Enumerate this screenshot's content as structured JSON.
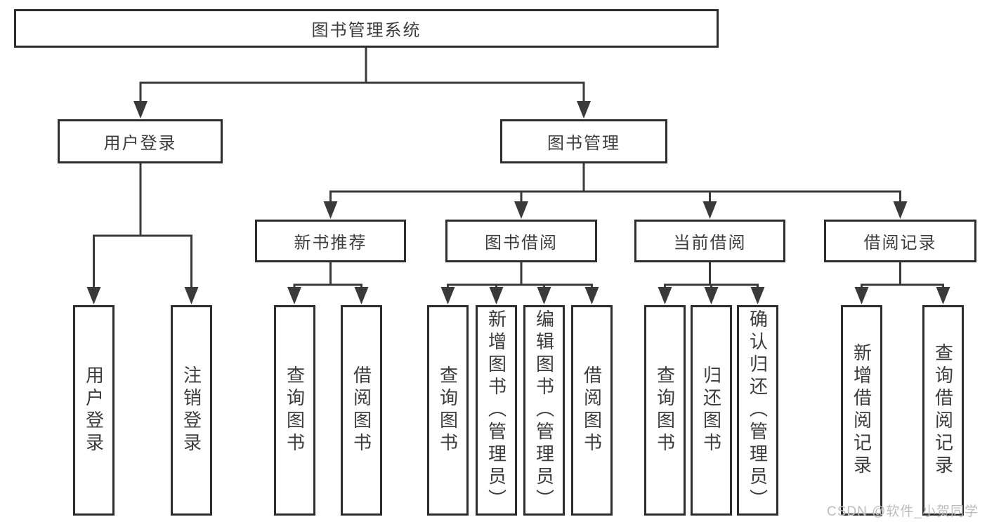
{
  "diagram": {
    "root": "图书管理系统",
    "children": [
      {
        "label": "用户登录",
        "children": [
          "用户登录",
          "注销登录"
        ]
      },
      {
        "label": "图书管理",
        "children": [
          {
            "label": "新书推荐",
            "children": [
              "查询图书",
              "借阅图书"
            ]
          },
          {
            "label": "图书借阅",
            "children": [
              "查询图书",
              "新增图书（管理员）",
              "编辑图书（管理员）",
              "借阅图书"
            ]
          },
          {
            "label": "当前借阅",
            "children": [
              "查询图书",
              "归还图书",
              "确认归还（管理员）"
            ]
          },
          {
            "label": "借阅记录",
            "children": [
              "新增借阅记录",
              "查询借阅记录"
            ]
          }
        ]
      }
    ]
  },
  "watermark": "CSDN @软件_小贺同学",
  "colors": {
    "line": "#3a3a3a",
    "border": "#2d2d2d",
    "text": "#3c3c3c",
    "watermark": "#bdbdbd",
    "background": "#ffffff"
  }
}
